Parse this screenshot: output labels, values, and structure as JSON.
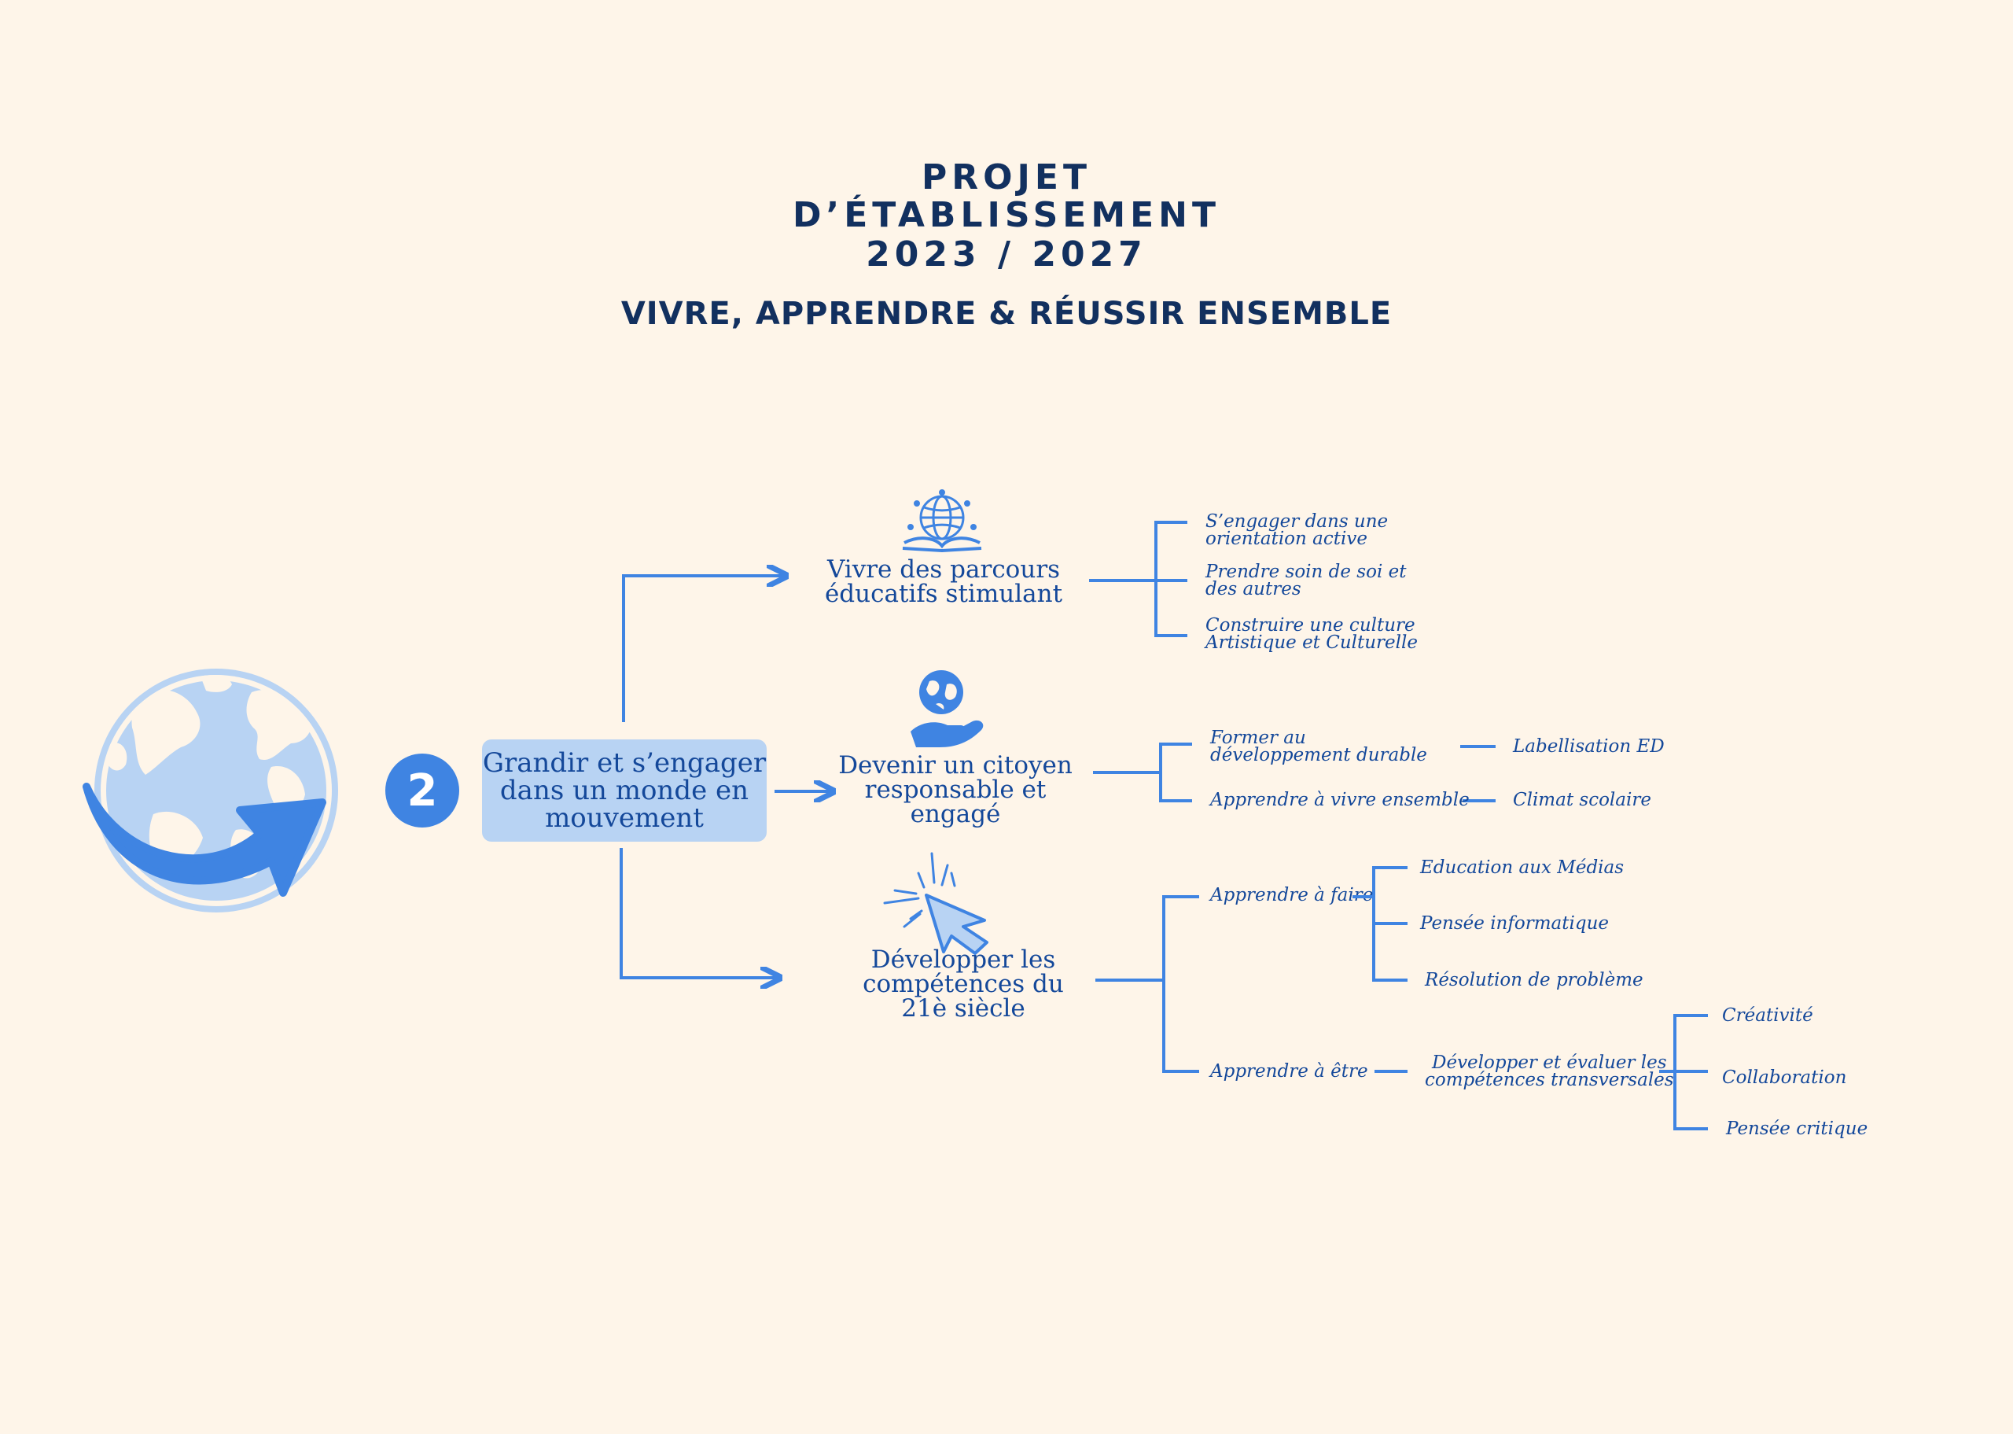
{
  "title": {
    "line1": "PROJET",
    "line2": "D’ÉTABLISSEMENT",
    "line3": "2023 / 2027",
    "subtitle": "VIVRE, APPRENDRE & RÉUSSIR ENSEMBLE"
  },
  "axis": {
    "number": "2",
    "label": "Grandir et s’engager\ndans un monde en\nmouvement"
  },
  "branches": [
    {
      "label": "Vivre des parcours\néducatifs stimulant",
      "icon": "globe-book-icon",
      "items": [
        "S’engager dans une\norientation active",
        "Prendre soin de soi et\ndes autres",
        "Construire une culture\nArtistique et Culturelle"
      ]
    },
    {
      "label": "Devenir un citoyen\nresponsable et\nengagé",
      "icon": "hand-globe-icon",
      "items": [
        {
          "label": "Former au\ndéveloppement durable",
          "child": "Labellisation ED"
        },
        {
          "label": "Apprendre à vivre ensemble",
          "child": "Climat scolaire"
        }
      ]
    },
    {
      "label": "Développer les\ncompétences du\n21è siècle",
      "icon": "cursor-click-icon",
      "items": [
        {
          "label": "Apprendre à faire",
          "children": [
            "Education aux Médias",
            "Pensée informatique",
            "Résolution de problème"
          ]
        },
        {
          "label": "Apprendre à être",
          "child": "Développer et évaluer les\ncompétences transversales",
          "children": [
            "Créativité",
            "Collaboration",
            "Pensée critique"
          ]
        }
      ]
    }
  ],
  "colors": {
    "background": "#fef5e9",
    "accent": "#3f84e2",
    "light_accent": "#b8d3f3",
    "text": "#14489a"
  }
}
